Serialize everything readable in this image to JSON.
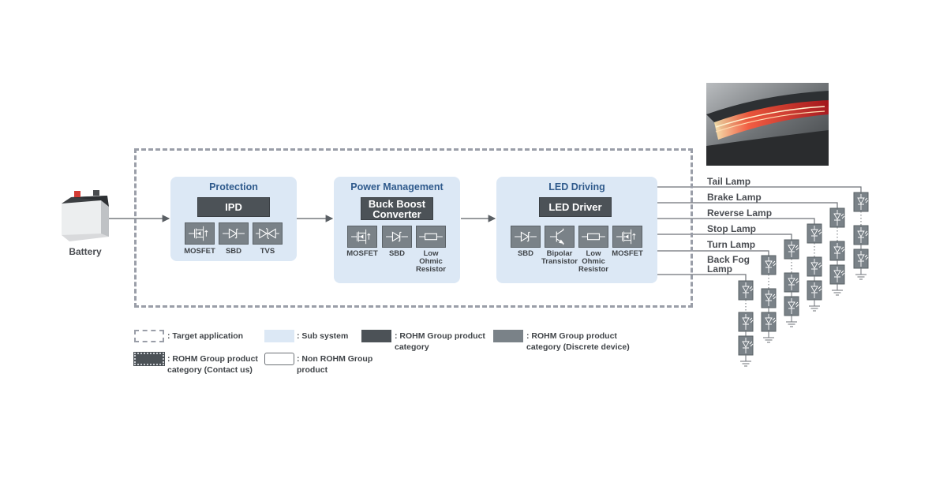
{
  "battery": {
    "label": "Battery"
  },
  "subsystems": {
    "protection": {
      "title": "Protection",
      "product": "IPD",
      "devices": [
        "MOSFET",
        "SBD",
        "TVS"
      ]
    },
    "power": {
      "title": "Power Management",
      "product_line1": "Buck Boost",
      "product_line2": "Converter",
      "devices": [
        "MOSFET",
        "SBD",
        "Low\nOhmic\nResistor"
      ]
    },
    "led": {
      "title": "LED Driving",
      "product": "LED Driver",
      "devices": [
        "SBD",
        "Bipolar\nTransistor",
        "Low\nOhmic\nResistor",
        "MOSFET"
      ]
    }
  },
  "lamps": [
    "Tail Lamp",
    "Brake Lamp",
    "Reverse Lamp",
    "Stop Lamp",
    "Turn Lamp",
    "Back Fog\nLamp"
  ],
  "legend": {
    "target": ": Target application",
    "subsystem": ": Sub system",
    "rohm_product": ": ROHM Group product\ncategory",
    "rohm_discrete": ": ROHM Group product\ncategory (Discrete device)",
    "rohm_contact": ": ROHM Group product\ncategory (Contact us)",
    "non_rohm": ": Non ROHM Group\nproduct"
  },
  "colors": {
    "subsystem_fill": "#dce8f5",
    "product_fill": "#4c5257",
    "discrete_fill": "#7a8288",
    "title_blue": "#2f5a8c",
    "line": "#6d7277"
  },
  "photo": {
    "icon": "car-tail-lamp-photo"
  }
}
